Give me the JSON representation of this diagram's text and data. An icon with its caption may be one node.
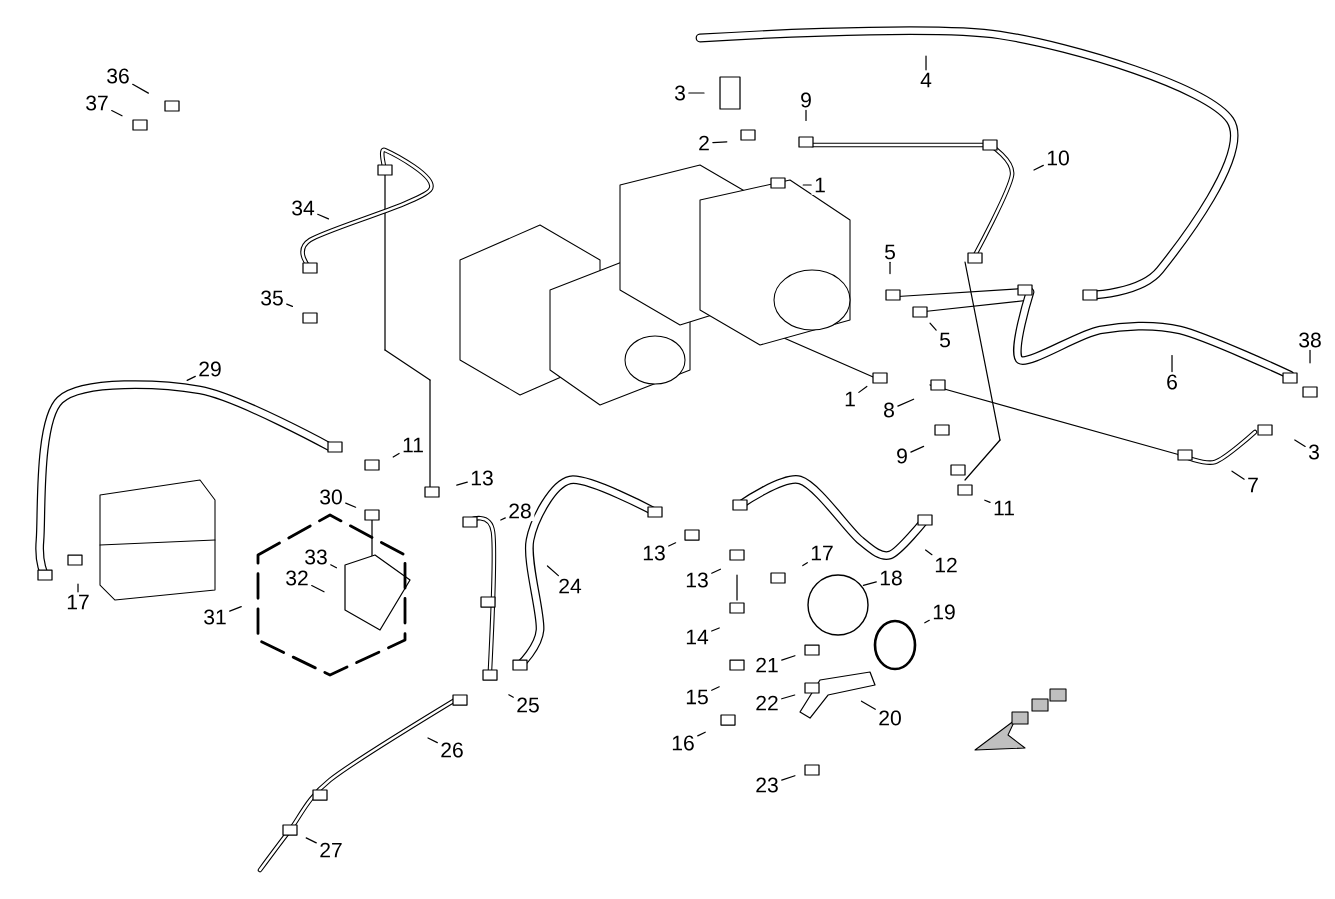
{
  "diagram": {
    "nodes": [
      {
        "text": [
          "36"
        ]
      },
      {
        "text": [
          "37"
        ]
      },
      {
        "text": [
          "3"
        ]
      },
      {
        "text": [
          "4"
        ]
      },
      {
        "text": [
          "9"
        ]
      },
      {
        "text": [
          "2"
        ]
      },
      {
        "text": [
          "1"
        ]
      },
      {
        "text": [
          "10"
        ]
      },
      {
        "text": [
          "34"
        ]
      },
      {
        "text": [
          "5"
        ]
      },
      {
        "text": [
          "5"
        ]
      },
      {
        "text": [
          "35"
        ]
      },
      {
        "text": [
          "38"
        ]
      },
      {
        "text": [
          "6"
        ]
      },
      {
        "text": [
          "29"
        ]
      },
      {
        "text": [
          "1"
        ]
      },
      {
        "text": [
          "8"
        ]
      },
      {
        "text": [
          "3"
        ]
      },
      {
        "text": [
          "9"
        ]
      },
      {
        "text": [
          "11"
        ]
      },
      {
        "text": [
          "13"
        ]
      },
      {
        "text": [
          "7"
        ]
      },
      {
        "text": [
          "11"
        ]
      },
      {
        "text": [
          "30"
        ]
      },
      {
        "text": [
          "28"
        ]
      },
      {
        "text": [
          "13"
        ]
      },
      {
        "text": [
          "17"
        ]
      },
      {
        "text": [
          "12"
        ]
      },
      {
        "text": [
          "33"
        ]
      },
      {
        "text": [
          "24"
        ]
      },
      {
        "text": [
          "13"
        ]
      },
      {
        "text": [
          "18"
        ]
      },
      {
        "text": [
          "32"
        ]
      },
      {
        "text": [
          "17"
        ]
      },
      {
        "text": [
          "31"
        ]
      },
      {
        "text": [
          "19"
        ]
      },
      {
        "text": [
          "14"
        ]
      },
      {
        "text": [
          "21"
        ]
      },
      {
        "text": [
          "15"
        ]
      },
      {
        "text": [
          "22"
        ]
      },
      {
        "text": [
          "25"
        ]
      },
      {
        "text": [
          "20"
        ]
      },
      {
        "text": [
          "16"
        ]
      },
      {
        "text": [
          "26"
        ]
      },
      {
        "text": [
          "23"
        ]
      },
      {
        "text": [
          "27"
        ]
      }
    ],
    "edges": [
      {
        "from": 0,
        "to": null,
        "arrow": "none"
      },
      {
        "from": 1,
        "to": null,
        "arrow": "none"
      },
      {
        "from": 2,
        "to": null,
        "arrow": "none"
      },
      {
        "from": 3,
        "to": null,
        "arrow": "none"
      },
      {
        "from": 4,
        "to": null,
        "arrow": "none"
      },
      {
        "from": 5,
        "to": null,
        "arrow": "none"
      },
      {
        "from": 6,
        "to": null,
        "arrow": "none"
      },
      {
        "from": 7,
        "to": null,
        "arrow": "none"
      },
      {
        "from": 8,
        "to": null,
        "arrow": "none"
      },
      {
        "from": 9,
        "to": null,
        "arrow": "none"
      },
      {
        "from": 10,
        "to": null,
        "arrow": "none"
      },
      {
        "from": 11,
        "to": null,
        "arrow": "none"
      },
      {
        "from": 12,
        "to": null,
        "arrow": "none"
      },
      {
        "from": 13,
        "to": null,
        "arrow": "none"
      },
      {
        "from": 14,
        "to": null,
        "arrow": "none"
      },
      {
        "from": 15,
        "to": null,
        "arrow": "none"
      },
      {
        "from": 16,
        "to": null,
        "arrow": "none"
      },
      {
        "from": 17,
        "to": null,
        "arrow": "none"
      },
      {
        "from": 18,
        "to": null,
        "arrow": "none"
      },
      {
        "from": 19,
        "to": null,
        "arrow": "none"
      },
      {
        "from": 20,
        "to": null,
        "arrow": "none"
      },
      {
        "from": 21,
        "to": null,
        "arrow": "none"
      },
      {
        "from": 22,
        "to": null,
        "arrow": "none"
      },
      {
        "from": 23,
        "to": null,
        "arrow": "none"
      },
      {
        "from": 24,
        "to": null,
        "arrow": "none"
      },
      {
        "from": 25,
        "to": null,
        "arrow": "none"
      },
      {
        "from": 26,
        "to": null,
        "arrow": "none"
      },
      {
        "from": 27,
        "to": null,
        "arrow": "none"
      },
      {
        "from": 28,
        "to": null,
        "arrow": "none"
      },
      {
        "from": 29,
        "to": null,
        "arrow": "none"
      },
      {
        "from": 30,
        "to": null,
        "arrow": "none"
      },
      {
        "from": 31,
        "to": null,
        "arrow": "none"
      },
      {
        "from": 32,
        "to": null,
        "arrow": "none"
      },
      {
        "from": 33,
        "to": null,
        "arrow": "none"
      },
      {
        "from": 34,
        "to": null,
        "arrow": "none"
      },
      {
        "from": 35,
        "to": null,
        "arrow": "none"
      },
      {
        "from": 36,
        "to": null,
        "arrow": "none"
      },
      {
        "from": 37,
        "to": null,
        "arrow": "none"
      },
      {
        "from": 38,
        "to": null,
        "arrow": "none"
      },
      {
        "from": 39,
        "to": null,
        "arrow": "none"
      },
      {
        "from": 40,
        "to": null,
        "arrow": "none"
      },
      {
        "from": 41,
        "to": null,
        "arrow": "none"
      },
      {
        "from": 42,
        "to": null,
        "arrow": "none"
      },
      {
        "from": 43,
        "to": null,
        "arrow": "none"
      },
      {
        "from": 44,
        "to": null,
        "arrow": "none"
      },
      {
        "from": 45,
        "to": null,
        "arrow": "none"
      }
    ]
  }
}
